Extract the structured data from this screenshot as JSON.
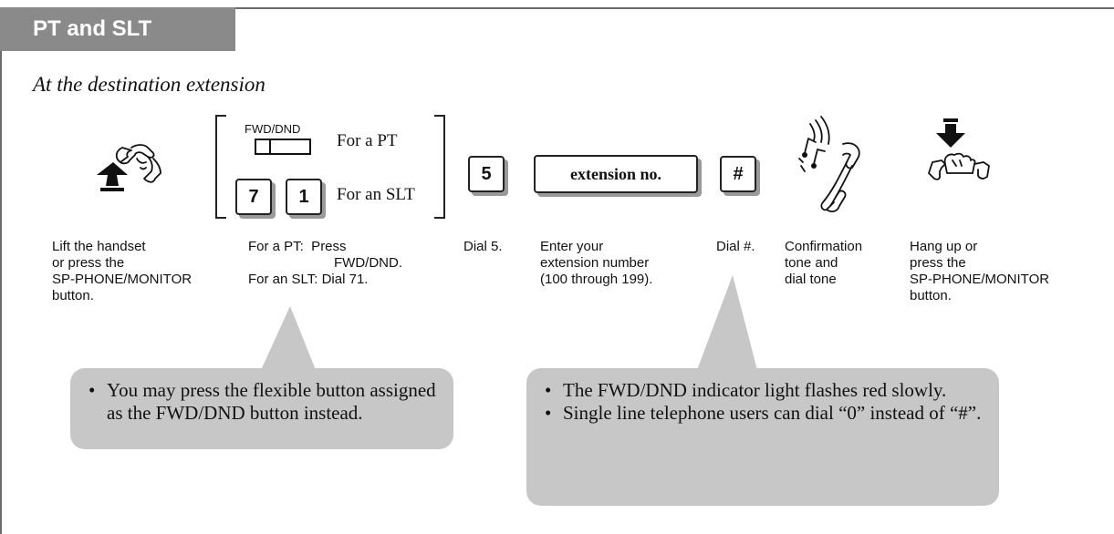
{
  "header": {
    "tab_label": "PT and SLT"
  },
  "section": {
    "subtitle": "At the destination extension"
  },
  "step2": {
    "fwd_key_label": "FWD/DND",
    "for_pt": "For a PT",
    "for_slt": "For an SLT",
    "key_7": "7",
    "key_1": "1"
  },
  "step3": {
    "key_5": "5"
  },
  "step4": {
    "box_label": "extension no."
  },
  "step5": {
    "key_hash": "#"
  },
  "captions": {
    "lift": [
      "Lift the handset",
      "or press the",
      "SP-PHONE/MONITOR",
      "button."
    ],
    "press": [
      "For a PT:  Press",
      "FWD/DND.",
      "For an SLT: Dial 71."
    ],
    "dial5": "Dial 5.",
    "enter": [
      "Enter your",
      "extension number",
      "(100 through 199)."
    ],
    "dialhash": "Dial #.",
    "confirm": [
      "Confirmation",
      "tone and",
      "dial tone"
    ],
    "hangup": [
      "Hang up or",
      "press the",
      "SP-PHONE/MONITOR",
      "button."
    ]
  },
  "notes": {
    "left": [
      "You may press the flexible button assigned as the FWD/DND button instead."
    ],
    "right": [
      "The FWD/DND indicator light flashes red slowly.",
      "Single line telephone users can dial “0” instead of “#”."
    ]
  },
  "icons": {
    "lift": "lift-handset-icon",
    "tone": "confirmation-tone-handset-icon",
    "hangup": "hang-up-handset-icon"
  },
  "colors": {
    "tab_bg": "#8a8a8a",
    "note_bg": "#c7c7c7",
    "frame": "#6b6b6b"
  }
}
